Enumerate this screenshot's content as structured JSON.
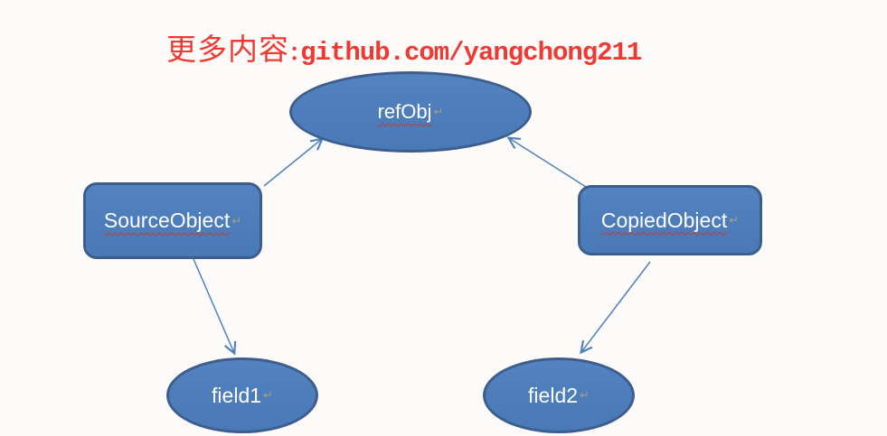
{
  "title": {
    "prefix": "更多内容:",
    "url": "github.com/yangchong211",
    "color": "#ee3a33"
  },
  "nodes": {
    "refObj": {
      "label": "refObj",
      "shape": "ellipse"
    },
    "sourceObject": {
      "label": "SourceObject",
      "shape": "rounded-rectangle"
    },
    "copiedObject": {
      "label": "CopiedObject",
      "shape": "rounded-rectangle"
    },
    "field1": {
      "label": "field1",
      "shape": "ellipse"
    },
    "field2": {
      "label": "field2",
      "shape": "ellipse"
    }
  },
  "edges": [
    {
      "from": "sourceObject",
      "to": "refObj"
    },
    {
      "from": "copiedObject",
      "to": "refObj"
    },
    {
      "from": "sourceObject",
      "to": "field1"
    },
    {
      "from": "copiedObject",
      "to": "field2"
    }
  ],
  "marks": {
    "return_mark": "↵"
  },
  "colors": {
    "node_fill": "#4e7fbc",
    "node_border": "#3d5e8c",
    "arrow": "#4f81bd",
    "label_text": "#ffffff",
    "spellcheck_underline": "#c8372d",
    "title_red": "#ee3a33",
    "background": "#fcfbf9"
  }
}
